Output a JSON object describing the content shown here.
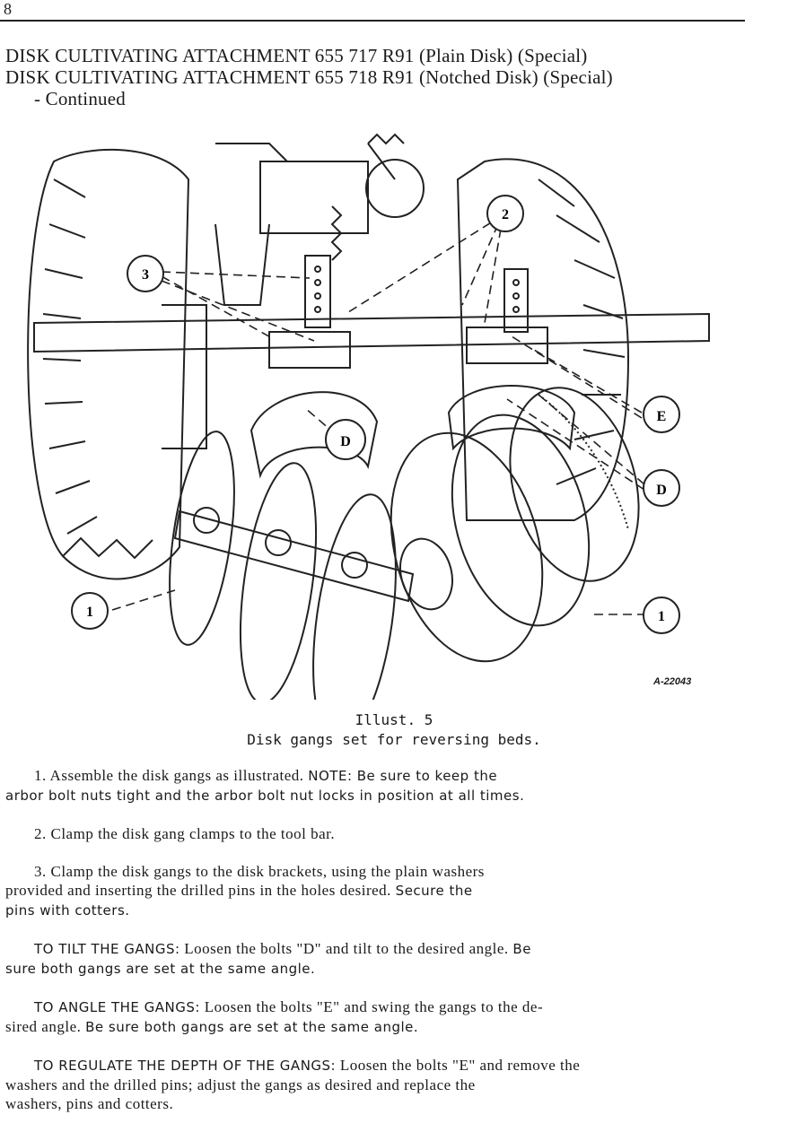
{
  "page_number": "8",
  "header": {
    "line1": "DISK CULTIVATING ATTACHMENT  655  717  R91  (Plain Disk) (Special)",
    "line2": "DISK CULTIVATING ATTACHMENT  655  718  R91  (Notched Disk) (Special)",
    "line3": "- Continued"
  },
  "illustration": {
    "figure_id": "A-22043",
    "callouts": {
      "c1_left": "1",
      "c1_right": "1",
      "c2": "2",
      "c3": "3",
      "cD_center": "D",
      "cD_right": "D",
      "cE": "E"
    }
  },
  "caption": {
    "title": "Illust. 5",
    "text": "Disk gangs set for reversing beds."
  },
  "instructions": {
    "step1_a": "1.  Assemble the disk gangs as illustrated.",
    "step1_b": "NOTE:  Be sure to keep the",
    "step1_c": "arbor bolt nuts tight and the arbor bolt nut locks in position at all times.",
    "step2": "2.  Clamp the disk gang clamps to the tool bar.",
    "step3_a": "3.  Clamp the disk gangs to the disk brackets, using the plain washers",
    "step3_b": "provided and inserting the drilled pins in the holes desired.",
    "step3_c": "Secure the",
    "step3_d": "pins with cotters.",
    "tilt_head": "TO TILT THE GANGS:",
    "tilt_a": "Loosen the bolts \"D\" and tilt to the desired angle.",
    "tilt_b": "Be",
    "tilt_c": "sure both gangs are set at the same angle.",
    "angle_head": "TO ANGLE THE GANGS:",
    "angle_a": "Loosen the bolts \"E\" and swing the gangs to the de-",
    "angle_b": "sired angle.",
    "angle_c": "Be sure both gangs are set at the same angle.",
    "depth_head": "TO REGULATE THE DEPTH OF THE GANGS:",
    "depth_a": "Loosen the bolts \"E\" and remove the",
    "depth_b": "washers and the drilled pins; adjust the gangs as desired and replace the",
    "depth_c": "washers, pins and cotters."
  }
}
